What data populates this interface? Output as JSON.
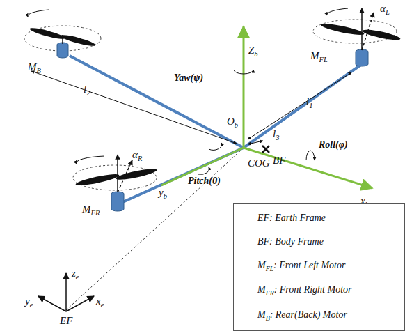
{
  "diagram": {
    "nodes": [
      {
        "text": [
          "EF: Earth Frame",
          "BF: Body Frame",
          "MFL: Front Left Motor",
          "MFR: Front Right Motor",
          "MB: Rear(Back) Motor"
        ]
      }
    ],
    "labels": [
      "MB",
      "MFL",
      "MFR",
      "l1",
      "l2",
      "l3",
      "αL",
      "αR",
      "Zb",
      "Yaw(ψ)",
      "Ob",
      "Roll(φ)",
      "BF",
      "xb",
      "yb",
      "Pitch(θ)",
      "COG",
      "ze",
      "ye",
      "xe",
      "EF"
    ]
  }
}
